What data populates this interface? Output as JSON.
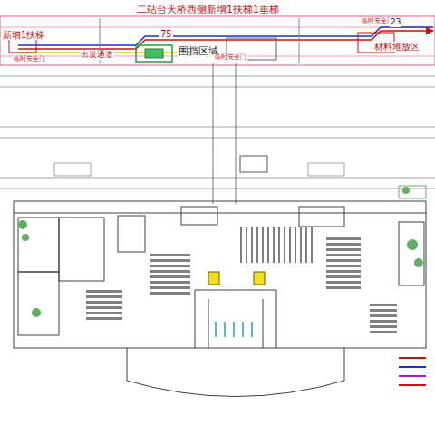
{
  "diagram": {
    "title": "二站台天桥西侧新增1扶梯1垂梯",
    "labels": [
      "新增1扶梯",
      "临时安全门",
      "出发通道",
      "75",
      "围挡区域",
      "临时安全门",
      "临时安全门",
      "23",
      "材料堆放区"
    ]
  }
}
